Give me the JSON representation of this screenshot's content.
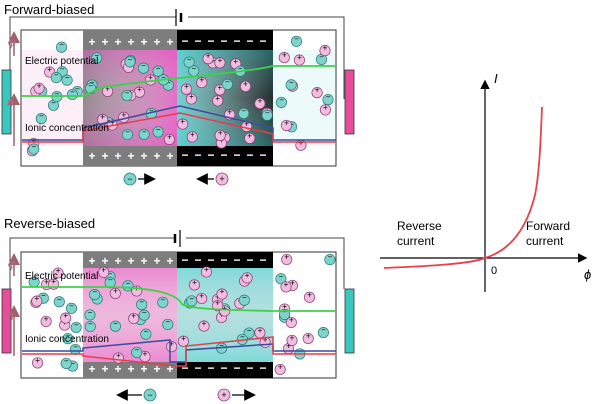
{
  "panels": [
    {
      "title": "Forward-biased",
      "phi_label": "φ",
      "n_label": "n",
      "potential_label": "Electric potential",
      "concentration_label": "Ionic concentration",
      "charge_plus": "+",
      "charge_minus": "−",
      "left_electrode_color": "#3cc6c0",
      "right_electrode_color": "#e84d9c",
      "arrow_left_ion": "−",
      "arrow_right_ion": "+"
    },
    {
      "title": "Reverse-biased",
      "phi_label": "φ",
      "n_label": "n",
      "potential_label": "Electric potential",
      "concentration_label": "Ionic concentration",
      "charge_plus": "+",
      "charge_minus": "−",
      "left_electrode_color": "#e84d9c",
      "right_electrode_color": "#3cc6c0",
      "arrow_left_ion": "−",
      "arrow_right_ion": "+"
    }
  ],
  "iv_plot": {
    "y_axis_label": "I",
    "x_axis_label": "ϕ",
    "origin_label": "0",
    "reverse_label_line1": "Reverse",
    "reverse_label_line2": "current",
    "forward_label_line1": "Forward",
    "forward_label_line2": "current"
  },
  "colors": {
    "anion_fill": "#7ed4cc",
    "cation_fill": "#f0bde0",
    "potential_line": "#3fd14a",
    "concentration_blue": "#3a4c9c",
    "concentration_red": "#e63c4a",
    "curve": "#e8404c",
    "gray_region": "#7d7d7d",
    "black_region": "#000000",
    "magenta_gradient": "#ec5ac8",
    "cyan_gradient": "#6fe0e0"
  }
}
